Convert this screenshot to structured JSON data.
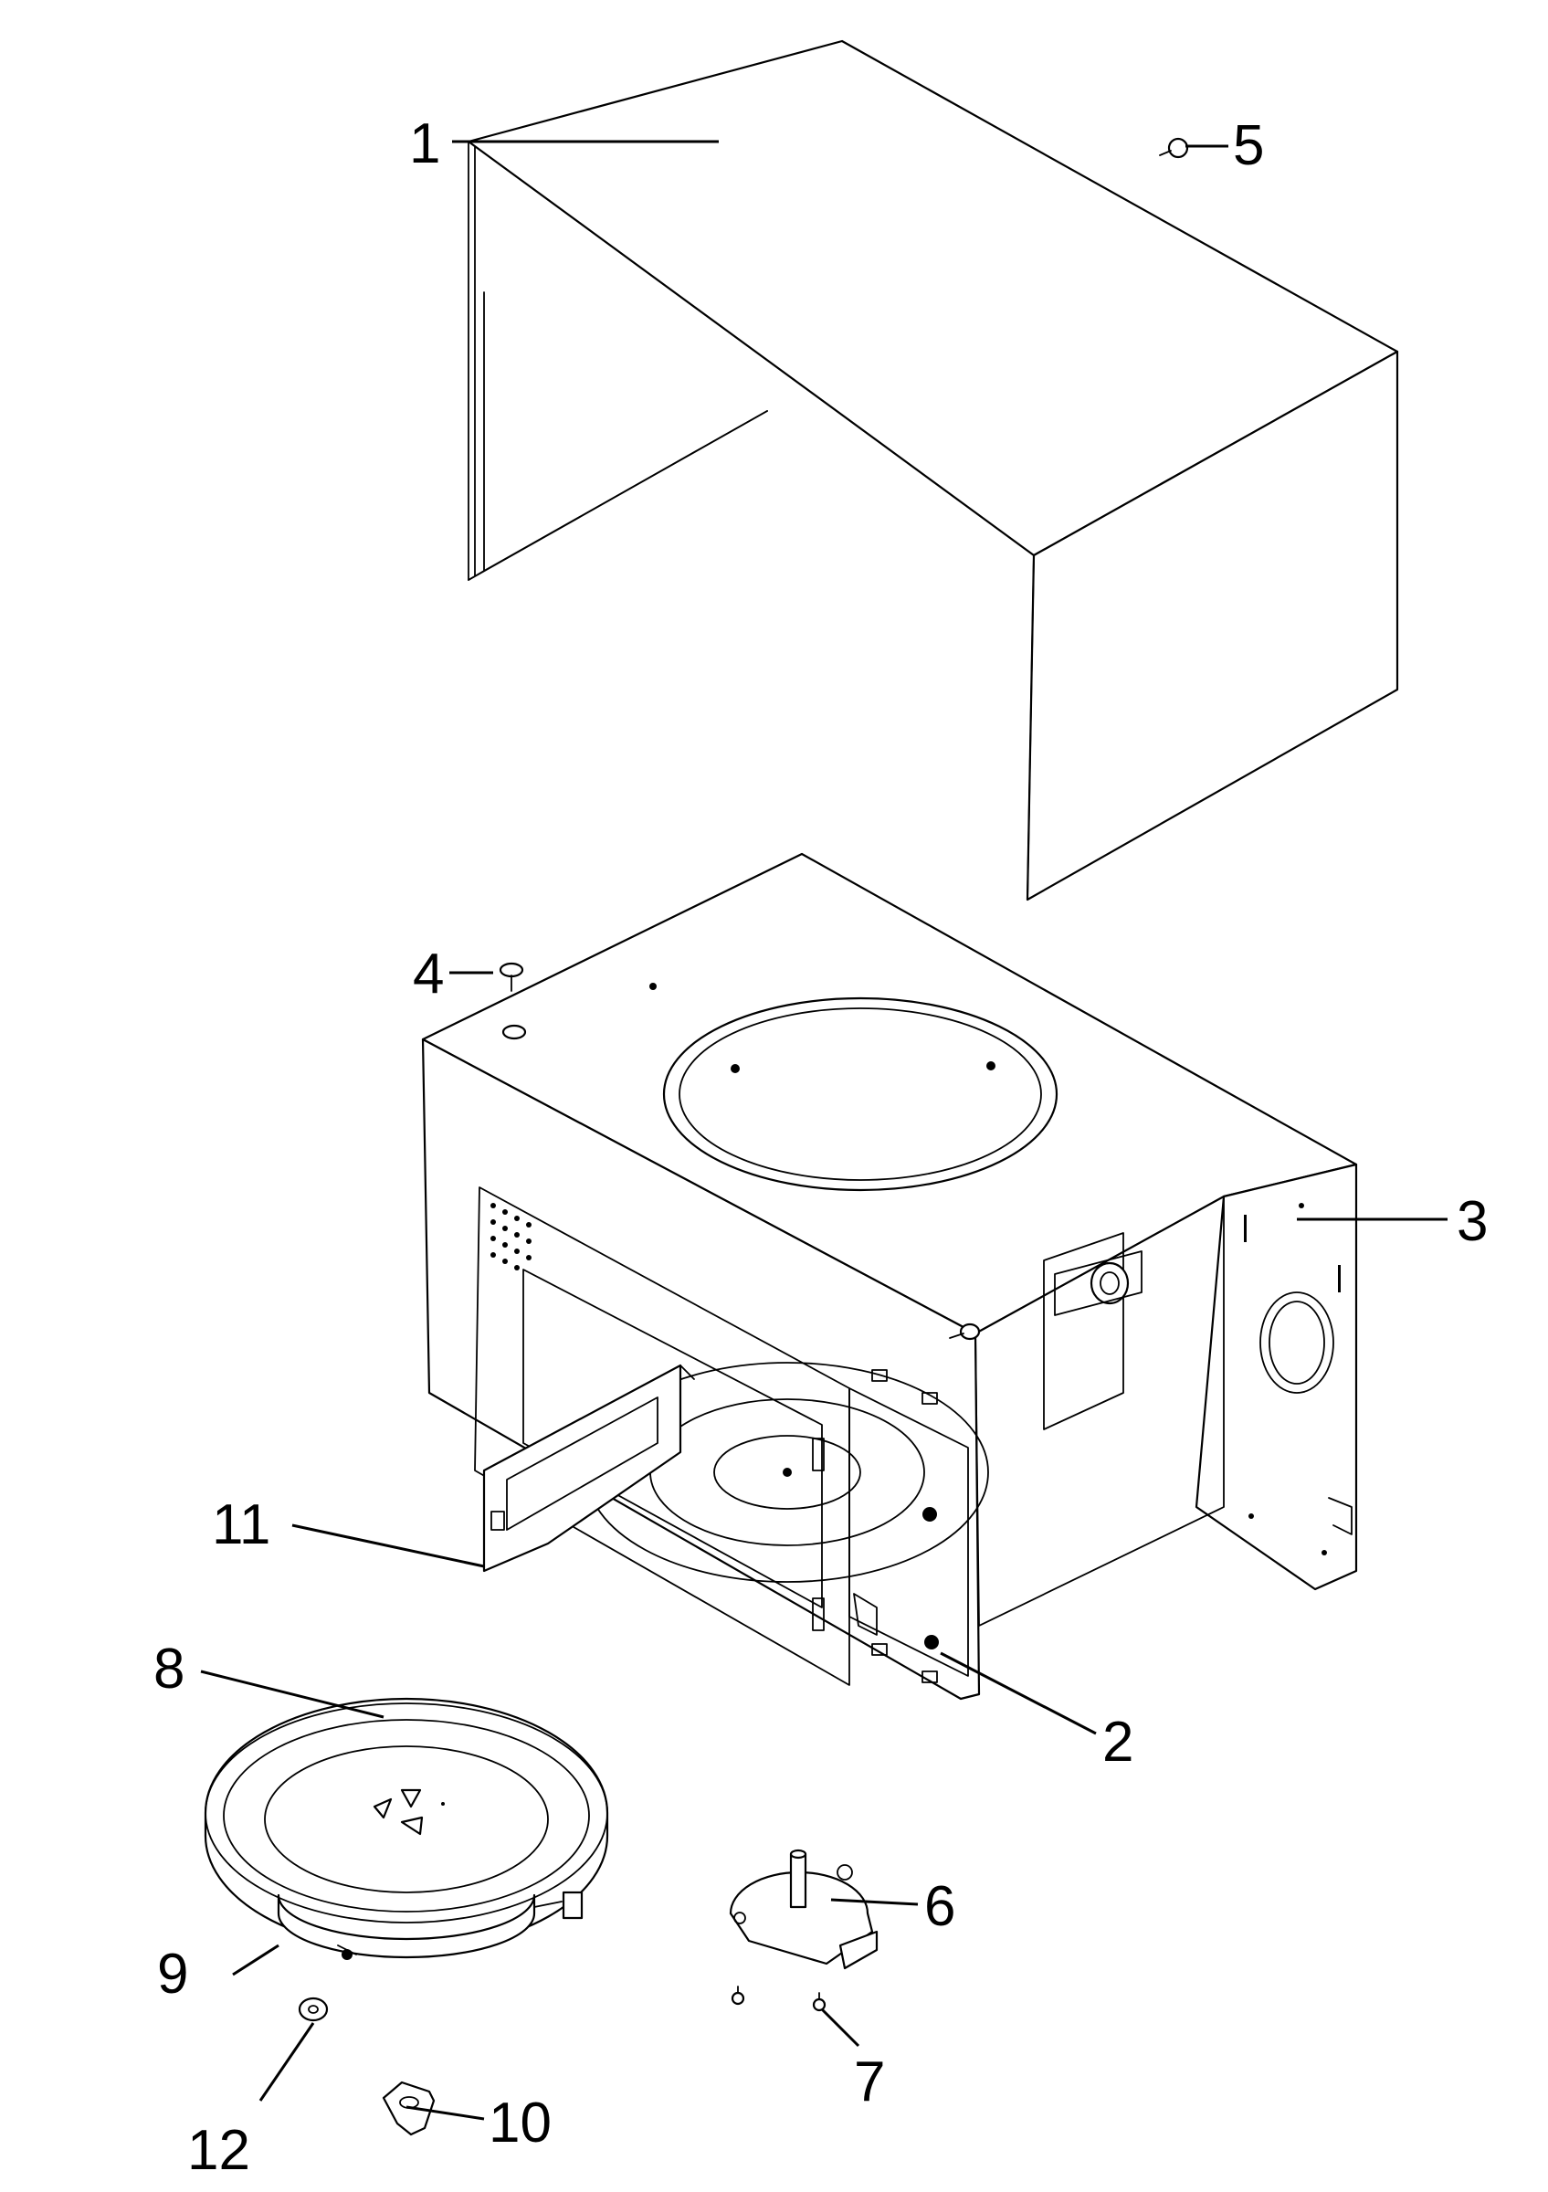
{
  "callouts": [
    "1",
    "2",
    "3",
    "4",
    "5",
    "6",
    "7",
    "8",
    "9",
    "10",
    "11",
    "12"
  ],
  "colors": {
    "line": "#000000",
    "background": "#ffffff"
  }
}
